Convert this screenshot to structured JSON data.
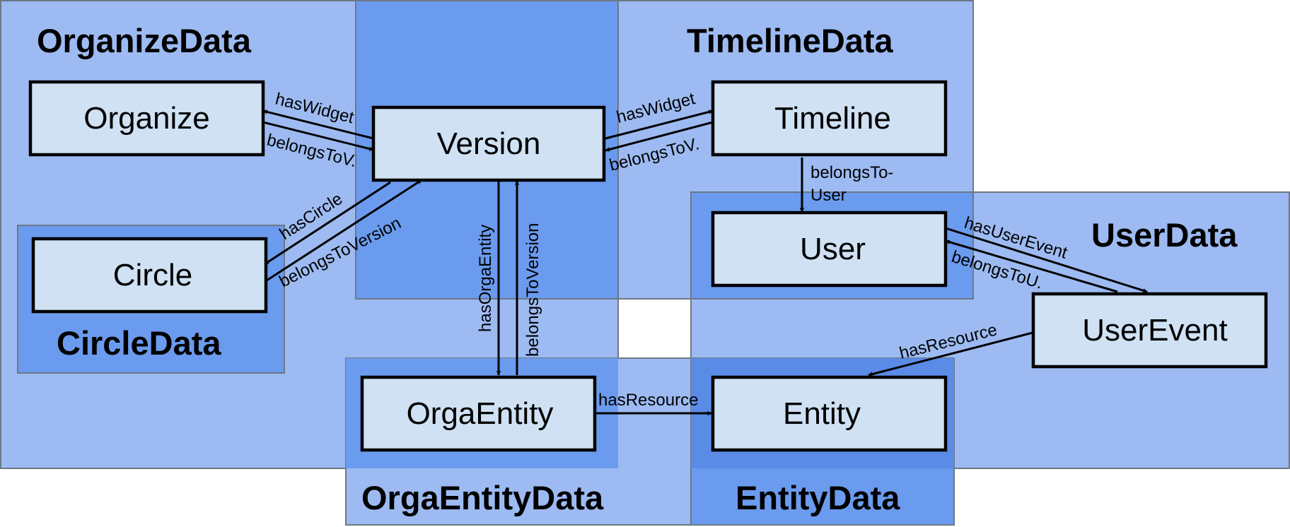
{
  "colors": {
    "region_light": "#9dbbf2",
    "region_dark": "#6b9bee",
    "region_border": "#6d7786",
    "node_fill": "#cfe1f3",
    "stroke": "#000000"
  },
  "regions": {
    "organize_data": "OrganizeData",
    "timeline_data": "TimelineData",
    "user_data": "UserData",
    "circle_data": "CircleData",
    "orga_entity_data": "OrgaEntityData",
    "entity_data": "EntityData"
  },
  "nodes": {
    "organize": "Organize",
    "version": "Version",
    "timeline": "Timeline",
    "circle": "Circle",
    "user": "User",
    "user_event": "UserEvent",
    "orga_entity": "OrgaEntity",
    "entity": "Entity"
  },
  "edges": {
    "organize_has_widget": "hasWidget",
    "organize_belongs_to_version": "belongsToV.",
    "timeline_has_widget": "hasWidget",
    "timeline_belongs_to_version": "belongsToV.",
    "timeline_belongs_to_user_line1": "belongsTo-",
    "timeline_belongs_to_user_line2": "User",
    "has_circle": "hasCircle",
    "circle_belongs_to_version": "belongsToVersion",
    "has_orga_entity": "hasOrgaEntity",
    "orga_entity_belongs_to_version": "belongsToVersion",
    "has_user_event": "hasUserEvent",
    "user_event_belongs_to_user": "belongsToU.",
    "user_event_has_resource": "hasResource",
    "orga_entity_has_resource": "hasResource"
  }
}
